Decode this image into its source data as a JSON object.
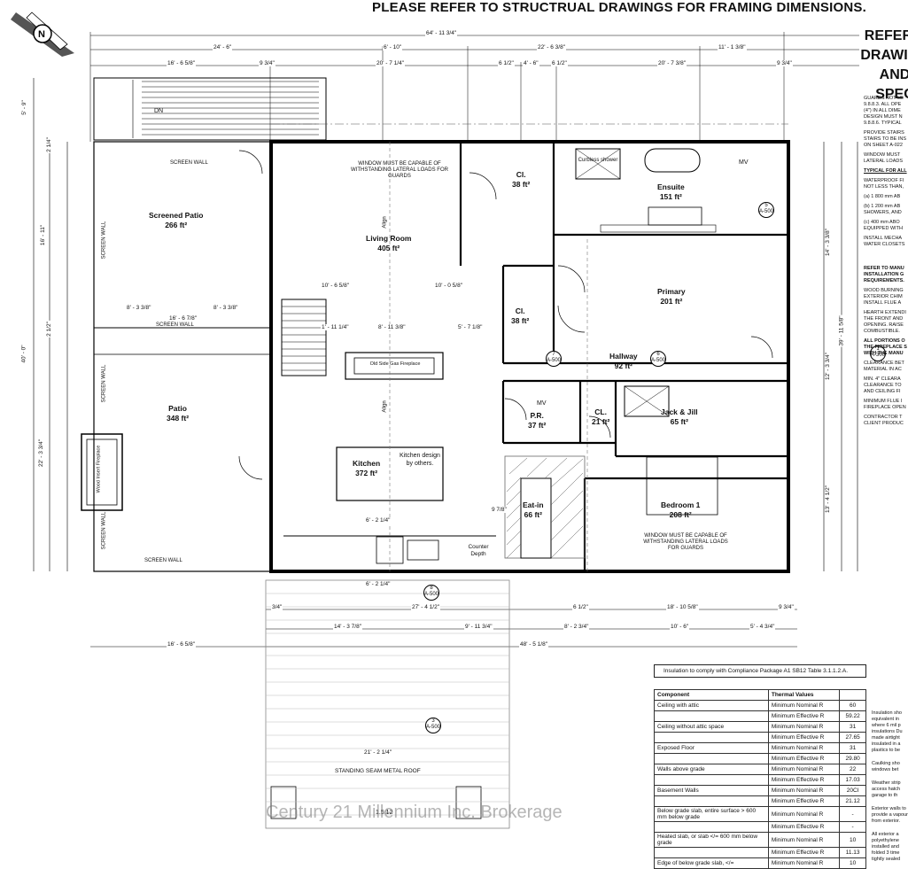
{
  "header": {
    "main": "PLEASE REFER TO STRUCTRUAL DRAWINGS FOR FRAMING DIMENSIONS.",
    "right_title_lines": [
      "REFER T",
      "DRAWING",
      "AND",
      "SPEC"
    ]
  },
  "rooms": [
    {
      "key": "screened_patio",
      "name": "Screened Patio",
      "area": "266 ft²"
    },
    {
      "key": "living_room",
      "name": "Living Room",
      "area": "405 ft²"
    },
    {
      "key": "cl_1",
      "name": "Cl.",
      "area": "38 ft²"
    },
    {
      "key": "ensuite",
      "name": "Ensuite",
      "area": "151 ft²"
    },
    {
      "key": "primary",
      "name": "Primary",
      "area": "201 ft²"
    },
    {
      "key": "cl_2",
      "name": "Cl.",
      "area": "38 ft²"
    },
    {
      "key": "hallway",
      "name": "Hallway",
      "area": "92 ft²"
    },
    {
      "key": "patio",
      "name": "Patio",
      "area": "348 ft²"
    },
    {
      "key": "pr",
      "name": "P.R.",
      "area": "37 ft²"
    },
    {
      "key": "cl_3",
      "name": "CL.",
      "area": "21 ft²"
    },
    {
      "key": "jack_jill",
      "name": "Jack & Jill",
      "area": "65 ft²"
    },
    {
      "key": "kitchen",
      "name": "Kitchen",
      "area": "372 ft²"
    },
    {
      "key": "eat_in",
      "name": "Eat-in",
      "area": "66 ft²"
    },
    {
      "key": "bedroom1",
      "name": "Bedroom 1",
      "area": "208 ft²"
    }
  ],
  "labels": {
    "screen_wall_top": "SCREEN WALL",
    "screen_wall_mid": "SCREEN WALL",
    "screen_wall_bottom": "SCREEN WALL",
    "screen_wall_v1": "SCREEN WALL",
    "screen_wall_v2": "SCREEN WALL",
    "screen_wall_v3": "SCREEN WALL",
    "window_note_1": "WINDOW MUST BE CAPABLE OF WITHSTANDING LATERAL LOADS FOR GUARDS",
    "window_note_2": "WINDOW MUST BE CAPABLE OF WITHSTANDING LATERAL LOADS FOR GUARDS",
    "kitchen_design": "Kitchen design by others.",
    "counter_depth": "Counter Depth",
    "curbless_shower": "Curbless shower",
    "fireplace": "Old Side Gas Fireplace",
    "wood_insert": "Wood Insert Fireplace",
    "roof": "STANDING SEAM METAL ROOF",
    "slope": "1.5:12",
    "align": "Align",
    "mv": "MV",
    "dn": "DN"
  },
  "dimensions": {
    "overall_top": "64' - 11 3/4\"",
    "top_row": [
      "24' - 6\"",
      "6' - 10\"",
      "22' - 6 3/8\"",
      "11' - 1 3/8\""
    ],
    "second_row": [
      "16' - 6 5/8\"",
      "9 3/4\"",
      "20' - 7 1/4\"",
      "6 1/2\"",
      "4' - 6\"",
      "6 1/2\"",
      "20' - 7 3/8\"",
      "9 3/4\""
    ],
    "interior": [
      "10' - 6 5/8\"",
      "10' - 0 5/8\"",
      "16' - 6 7/8\"",
      "8' - 3 3/8\"",
      "8' - 3 3/8\"",
      "1' - 11 1/4\"",
      "8' - 11 3/8\"",
      "5' - 7 1/8\"",
      "6' - 2 1/4\"",
      "6' - 2 1/4\"",
      "9 7/8\""
    ],
    "bottom_row1": [
      "3/4\"",
      "27' - 4 1/2\"",
      "6 1/2\"",
      "18' - 10 5/8\"",
      "9 3/4\""
    ],
    "bottom_row2": [
      "14' - 3 7/8\"",
      "9' - 11 3/4\"",
      "8' - 2 3/4\"",
      "10' - 6\"",
      "5' - 4 3/4\""
    ],
    "bottom_row3": [
      "16' - 6 5/8\"",
      "48' - 5 1/8\""
    ],
    "roof_width": "21' - 2 1/4\"",
    "left_vertical": [
      "5' - 9\"",
      "16' - 11\"",
      "40' - 0\"",
      "22' - 3 3/4\"",
      "2 1/4\"",
      "2 1/2\""
    ],
    "right_vertical": [
      "39' - 11 5/8\"",
      "14' - 3 3/8\"",
      "12' - 3 3/4\"",
      "13' - 4 1/2\""
    ]
  },
  "callouts": [
    {
      "key": "a500_ensuite",
      "num": "5",
      "sheet": "A-500"
    },
    {
      "key": "a500_hall_7",
      "num": "7",
      "sheet": "A-500"
    },
    {
      "key": "a500_hall_6",
      "num": "6",
      "sheet": "A-500"
    },
    {
      "key": "a300",
      "num": "1",
      "sheet": "A-300"
    },
    {
      "key": "a500_bottom",
      "num": "8",
      "sheet": "A-500"
    },
    {
      "key": "a500_roof",
      "num": "3",
      "sheet": "A-500"
    }
  ],
  "right_notes": [
    "GUARDS NOT LE 9.8.8.3. ALL OPE (4\") IN ALL DIME DESIGN MUST N 9.8.8.6. TYPICAL",
    "PROVIDE STAIRS STAIRS TO BE INS ON SHEET A-022",
    "WINDOW MUST LATERAL LOADS",
    "TYPICAL FOR ALL",
    "WATERPROOF FI NOT LESS THAN,",
    "(a) 1 800 mm AB",
    "(b) 1 200 mm AB SHOWERS, AND",
    "(c) 400 mm ABO EQUIPPED WITH",
    "INSTALL MECHA WATER CLOSETS",
    "REFER TO MANU INSTALLATION G REQUIREMENTS.",
    "WOOD BURNING EXTERIOR CHIM INSTALL FLUE A",
    "HEARTH EXTENDI THE FRONT AND OPENING. RAISE COMBUSTIBLE.",
    "ALL PORTIONS O THE FIREPLACE S WITH THE MANU",
    "CLEARANCE BET MATERIAL IN AC",
    "MIN. 4\" CLEARA CLEARANCE TO AND CEILING FI",
    "MINIMUM FLUE I FIREPLACE OPEN",
    "CONTRACTOR T CLIENT PRODUC"
  ],
  "insulation": {
    "intro": "Insulation to comply with Compliance Package A1 SB12 Table 3.1.1.2.A.",
    "headers": [
      "Component",
      "Thermal Values",
      ""
    ],
    "rows": [
      [
        "Ceiling with attic",
        "Minimum Nominal R",
        "60"
      ],
      [
        "",
        "Minimum Effective R",
        "59.22"
      ],
      [
        "Ceiling without attic space",
        "Minimum Nominal R",
        "31"
      ],
      [
        "",
        "Minimum Effective R",
        "27.65"
      ],
      [
        "Exposed Floor",
        "Minimum Nominal R",
        "31"
      ],
      [
        "",
        "Minimum Effective R",
        "29.80"
      ],
      [
        "Walls above grade",
        "Minimum Nominal R",
        "22"
      ],
      [
        "",
        "Minimum Effective R",
        "17.03"
      ],
      [
        "Basement Walls",
        "Minimum Nominal R",
        "20CI"
      ],
      [
        "",
        "Minimum Effective R",
        "21.12"
      ],
      [
        "Below grade slab, entire surface > 600 mm below grade",
        "Minimum Nominal R",
        "-"
      ],
      [
        "",
        "Minimum Effective R",
        "-"
      ],
      [
        "Heated slab, or slab </= 600 mm below grade",
        "Minimum Nominal R",
        "10"
      ],
      [
        "",
        "Minimum Effective R",
        "11.13"
      ],
      [
        "Edge of below grade slab, </=",
        "Minimum Nominal R",
        "10"
      ]
    ],
    "side_notes": [
      "Insulation sho equivalent in where 6 mil p insulations Du made airtight insulated in a plastics to be",
      "Caulking sho windows bet",
      "Weather strip access hatch garage to th",
      "Exterior walls to provide a vapour from exterior.",
      "All exterior a polyethylene installed and folded 3 time tightly sealed"
    ]
  },
  "watermark": "Century 21 Millennium Inc. Brokerage"
}
